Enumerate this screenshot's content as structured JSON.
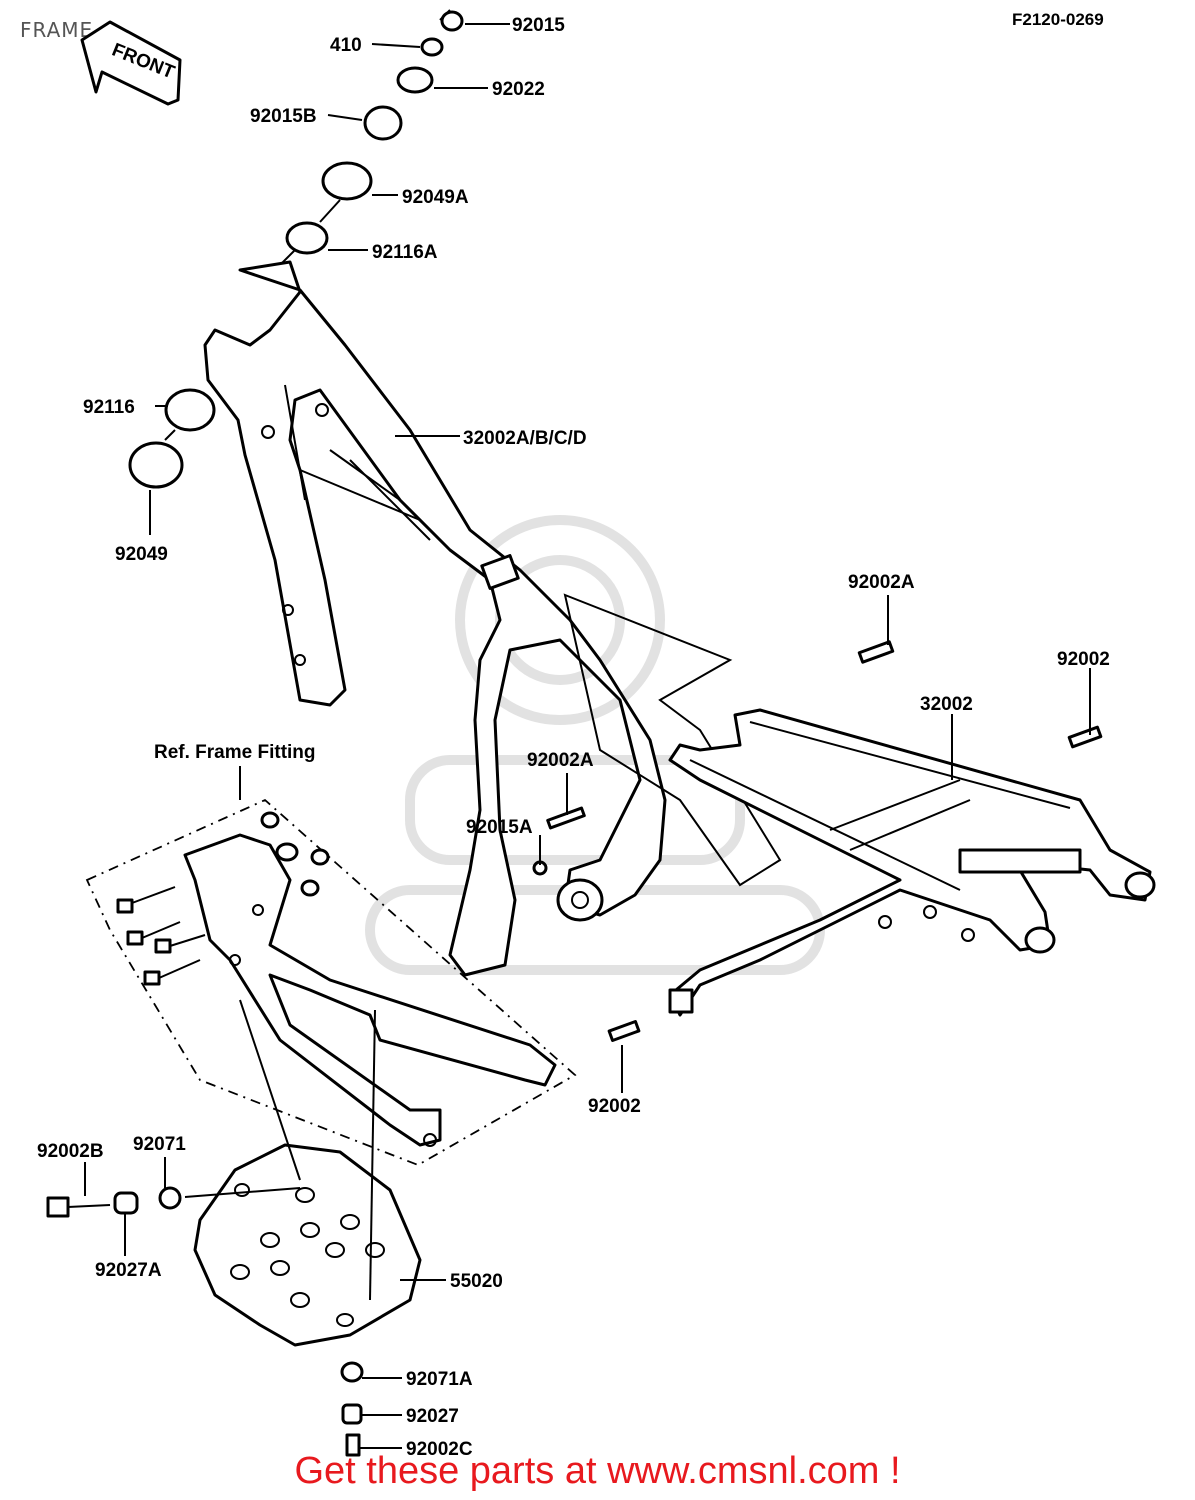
{
  "diagram": {
    "title": "FRAME",
    "code": "F2120-0269",
    "front_label": "FRONT",
    "ref_label": "Ref. Frame Fitting",
    "watermark": "www.cmsnl.com"
  },
  "parts": [
    {
      "id": "p1",
      "label": "92015"
    },
    {
      "id": "p2",
      "label": "410"
    },
    {
      "id": "p3",
      "label": "92022"
    },
    {
      "id": "p4",
      "label": "92015B"
    },
    {
      "id": "p5",
      "label": "92049A"
    },
    {
      "id": "p6",
      "label": "92116A"
    },
    {
      "id": "p7",
      "label": "92116"
    },
    {
      "id": "p8",
      "label": "32002A/B/C/D"
    },
    {
      "id": "p9",
      "label": "92049"
    },
    {
      "id": "p10",
      "label": "92002A"
    },
    {
      "id": "p11",
      "label": "92002"
    },
    {
      "id": "p12",
      "label": "32002"
    },
    {
      "id": "p13",
      "label": "92002A"
    },
    {
      "id": "p14",
      "label": "92015A"
    },
    {
      "id": "p15",
      "label": "92002"
    },
    {
      "id": "p16",
      "label": "92002B"
    },
    {
      "id": "p17",
      "label": "92071"
    },
    {
      "id": "p18",
      "label": "92027A"
    },
    {
      "id": "p19",
      "label": "55020"
    },
    {
      "id": "p20",
      "label": "92071A"
    },
    {
      "id": "p21",
      "label": "92027"
    },
    {
      "id": "p22",
      "label": "92002C"
    }
  ],
  "footer": {
    "text": "Get these parts at www.cmsnl.com !",
    "color": "#e8191e"
  }
}
